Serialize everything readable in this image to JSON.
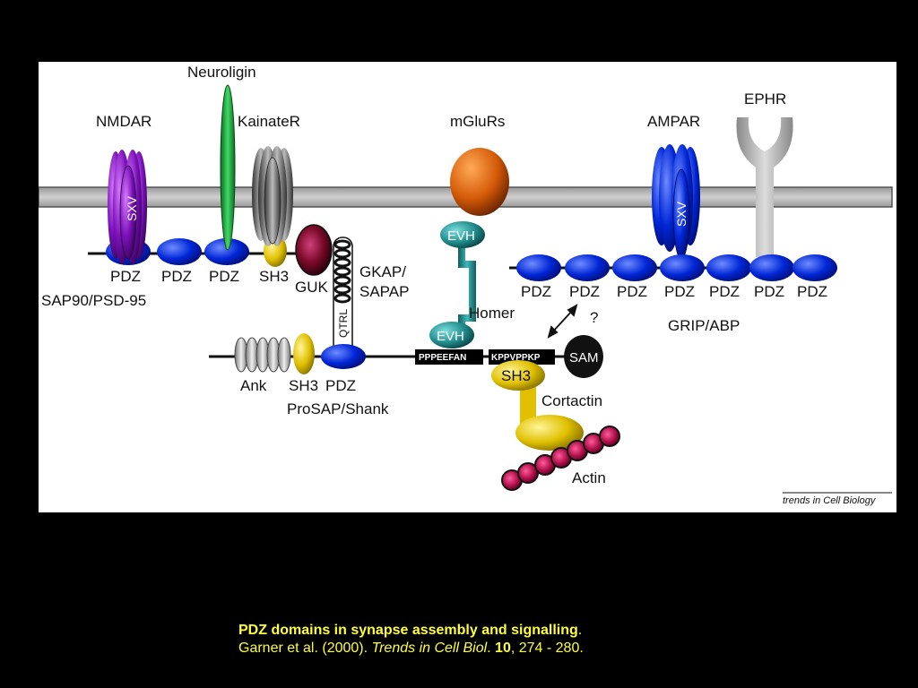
{
  "diagram": {
    "labels": {
      "neuroligin": "Neuroligin",
      "nmdar": "NMDAR",
      "kainater": "KainateR",
      "mglurs": "mGluRs",
      "ampar": "AMPAR",
      "ephr": "EPHR",
      "sxv": "SXV",
      "pdz": "PDZ",
      "sh3": "SH3",
      "guk": "GUK",
      "sap90": "SAP90/PSD-95",
      "gkap_line1": "GKAP/",
      "gkap_line2": "SAPAP",
      "qtrl": "QTRL",
      "evh": "EVH",
      "homer": "Homer",
      "question": "?",
      "grip": "GRIP/ABP",
      "ank": "Ank",
      "prosap": "ProSAP/Shank",
      "motif1": "PPPEEFAN",
      "motif2": "KPPVPPKP",
      "sam": "SAM",
      "cortactin": "Cortactin",
      "actin": "Actin",
      "credit": "trends in Cell Biology"
    },
    "colors": {
      "membrane": "#b4b4b4",
      "pdz": "#0022cc",
      "nmdar": "#8a1bc4",
      "neuroligin": "#1aa83a",
      "kainate": "#666666",
      "sh3": "#e8c800",
      "guk": "#7a0a2a",
      "mglur": "#d45a08",
      "homer": "#2a9a9a",
      "ampar": "#0a1fa0",
      "ephr": "#aaaaaa",
      "actin": "#b0104a"
    }
  },
  "caption": {
    "title": "PDZ domains in synapse assembly and signalling",
    "title_end": ".",
    "authors": "Garner et al. (2000). ",
    "journal": "Trends in Cell Biol",
    "journal_end": ". ",
    "volume": "10",
    "pages": ", 274 - 280."
  }
}
